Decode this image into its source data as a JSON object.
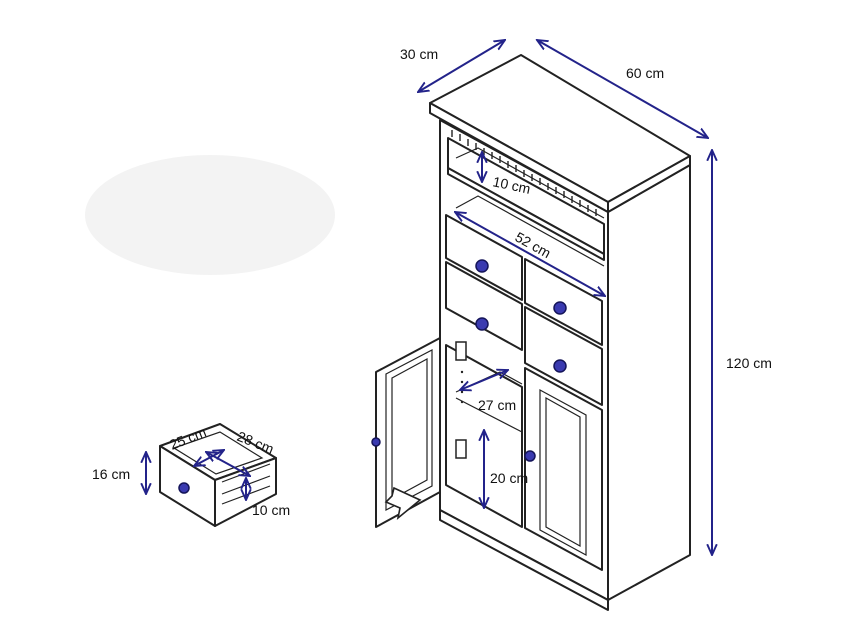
{
  "colors": {
    "dimension_line": "#23238a",
    "outline": "#222222",
    "knob": "#3a3ab0",
    "background": "#ffffff"
  },
  "cabinet": {
    "depth": "30 cm",
    "width": "60 cm",
    "height": "120 cm",
    "shelf_gap": "10 cm",
    "inner_width": "52 cm",
    "compartment_depth": "27 cm",
    "compartment_height": "20 cm"
  },
  "drawer": {
    "depth": "25 cm",
    "width": "28 cm",
    "front_height": "16 cm",
    "inner_height": "10 cm"
  }
}
